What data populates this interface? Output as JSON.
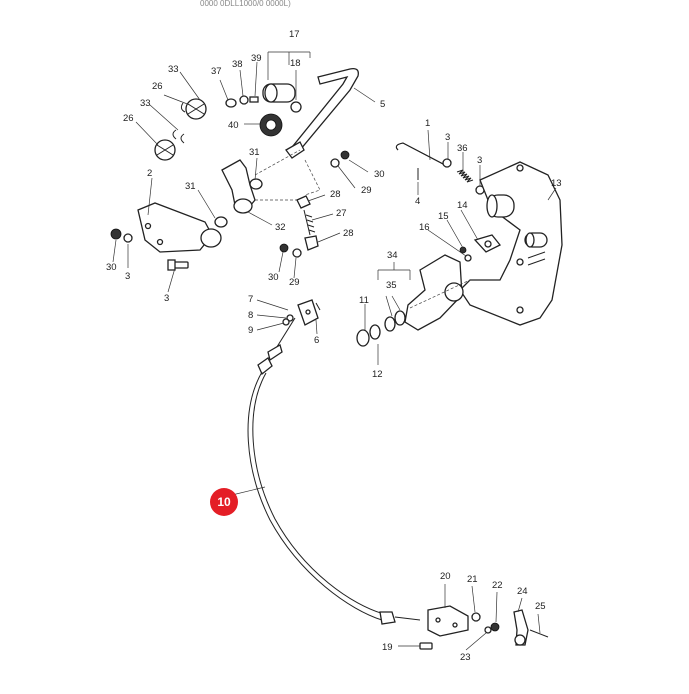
{
  "header": {
    "cropped_text": "0000 0DLL1000/0 0000L)"
  },
  "highlight": {
    "label": "10",
    "color": "#e41e26"
  },
  "callouts": {
    "c17": "17",
    "c33a": "33",
    "c37": "37",
    "c38": "38",
    "c39": "39",
    "c18": "18",
    "c26a": "26",
    "c33b": "33",
    "c26b": "26",
    "c40": "40",
    "c5": "5",
    "c1": "1",
    "c3a": "3",
    "c36": "36",
    "c3b": "3",
    "c4": "4",
    "c13": "13",
    "c31a": "31",
    "c30a": "30",
    "c29a": "29",
    "c2": "2",
    "c31b": "31",
    "c28a": "28",
    "c32": "32",
    "c27": "27",
    "c28b": "28",
    "c14": "14",
    "c15": "15",
    "c16": "16",
    "c30b": "30",
    "c3c": "3",
    "c3d": "3",
    "c30c": "30",
    "c29b": "29",
    "c34": "34",
    "c7": "7",
    "c8": "8",
    "c9": "9",
    "c6": "6",
    "c11": "11",
    "c35": "35",
    "c12": "12",
    "c20": "20",
    "c21": "21",
    "c22": "22",
    "c24": "24",
    "c25": "25",
    "c19": "19",
    "c23": "23"
  }
}
